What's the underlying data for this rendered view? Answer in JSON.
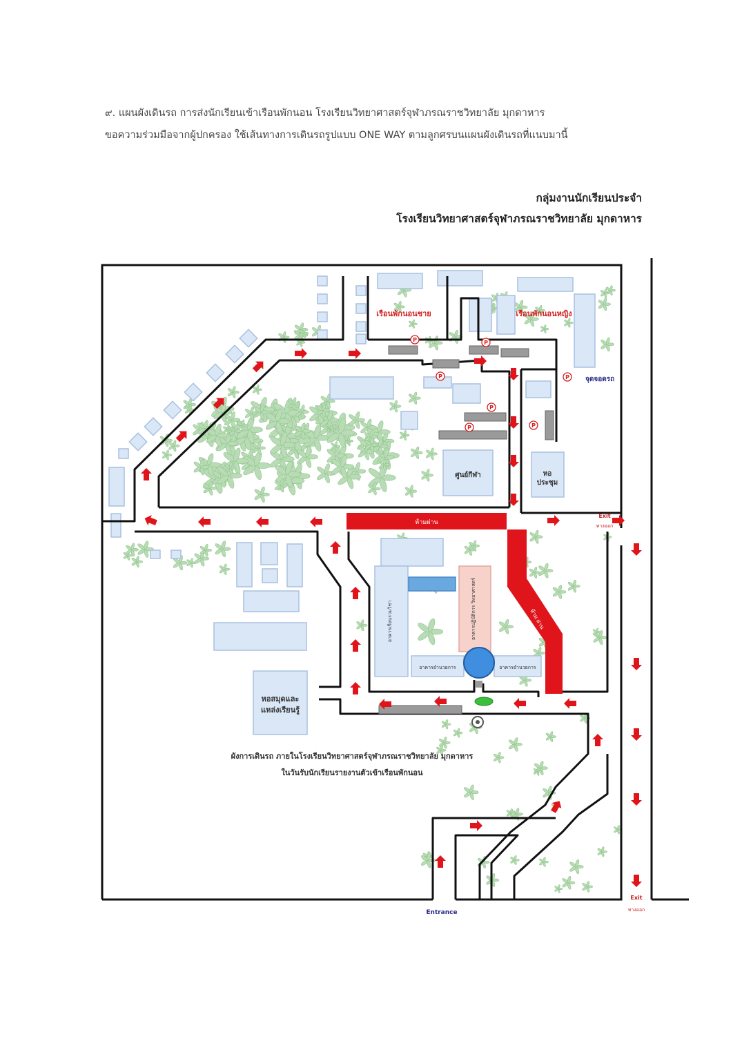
{
  "header": {
    "line1": "๙. แผนผังเดินรถ การส่งนักเรียนเข้าเรือนพักนอน  โรงเรียนวิทยาศาสตร์จุฬาภรณราชวิทยาลัย มุกดาหาร",
    "line2": "ขอความร่วมมือจากผู้ปกครอง ใช้เส้นทางการเดินรถรูปแบบ ONE WAY ตามลูกศรบนแผนผังเดินรถที่แนบมานี้",
    "org_line1": "กลุ่มงานนักเรียนประจำ",
    "org_line2": "โรงเรียนวิทยาศาสตร์จุฬาภรณราชวิทยาลัย มุกดาหาร"
  },
  "map": {
    "male_dorm": "เรือนพักนอนชาย",
    "female_dorm": "เรือนพักนอนหญิง",
    "parking_legend": "จุดจอดรถ",
    "parking_symbol": "P",
    "sports_center": "ศูนย์กีฬา",
    "hall_line1": "หอ",
    "hall_line2": "ประชุม",
    "no_entry": "ห้ามผ่าน",
    "no_entry_short": "ห้าม ผ่าน",
    "exit_en": "Exit",
    "exit_th": "ทางออก",
    "entrance_en": "Entrance",
    "library_line1": "หอสมุดและ",
    "library_line2": "แหล่งเรียนรู้",
    "admin_building": "อาคารอำนวยการ",
    "science_building": "อาคารปฏิบัติการ วิทยาศาสตร์",
    "learning_building": "อาคารเรียนรวมวิชา",
    "caption_line1": "ผังการเดินรถ ภายในโรงเรียนวิทยาศาสตร์จุฬาภรณราชวิทยาลัย มุกดาหาร",
    "caption_line2": "ในวันรับนักเรียนรายงานตัวเข้าเรือนพักนอน"
  },
  "colors": {
    "road": "#111111",
    "arrow": "#e0151b",
    "no_entry": "#e0151b",
    "building": "#dae7f7",
    "building_stroke": "#a9c1e0",
    "tree": "#b9dcb6",
    "science": "#f6d2cb",
    "parking_bar": "#9a9a9a",
    "dorm_label": "#d42020",
    "legend_text": "#2a2a88"
  }
}
